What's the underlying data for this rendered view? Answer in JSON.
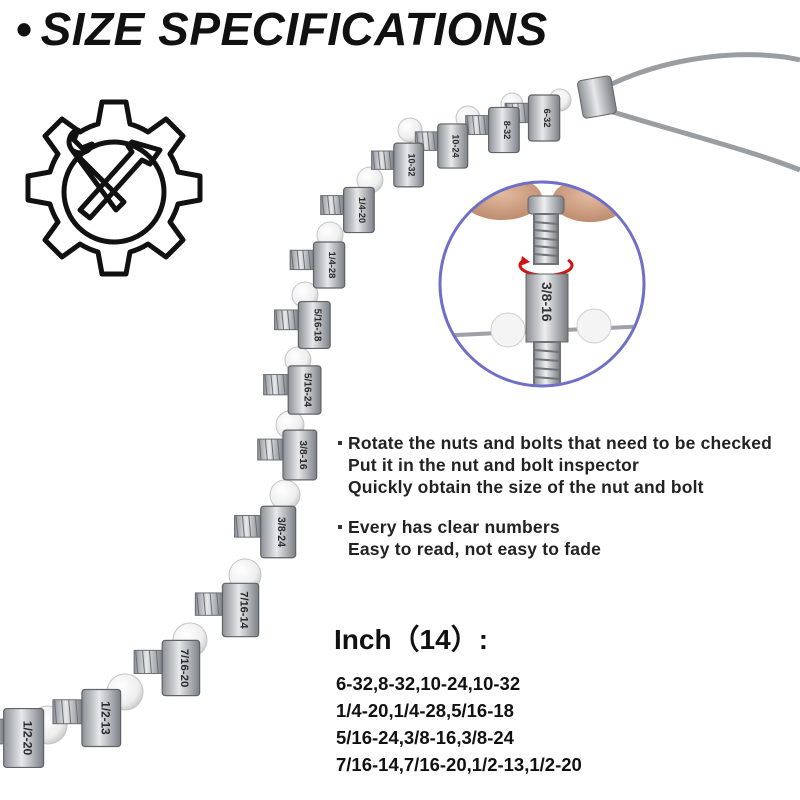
{
  "header": {
    "bullet": "•",
    "title": "SIZE SPECIFICATIONS"
  },
  "chain": {
    "labels": [
      "6-32",
      "8-32",
      "10-24",
      "10-32",
      "1/4-20",
      "1/4-28",
      "5/16-18",
      "5/16-24",
      "3/8-16",
      "3/8-24",
      "7/16-14",
      "7/16-20",
      "1/2-13",
      "1/2-20"
    ]
  },
  "inset": {
    "label": "3/8-16"
  },
  "features": [
    {
      "lines": [
        "Rotate the nuts and bolts that need to be checked",
        "Put it in the nut and bolt inspector",
        "Quickly obtain the size of the nut and bolt"
      ]
    },
    {
      "lines": [
        "Every has clear numbers",
        "Easy to read, not easy to fade"
      ]
    }
  ],
  "inch": {
    "title": "Inch（14）:",
    "lines": [
      "6-32,8-32,10-24,10-32",
      "1/4-20,1/4-28,5/16-18",
      "5/16-24,3/8-16,3/8-24",
      "7/16-14,7/16-20,1/2-13,1/2-20"
    ]
  },
  "colors": {
    "accent": "#111111",
    "inset_border": "#6f6fc8",
    "bead": "#f2f2f2"
  }
}
